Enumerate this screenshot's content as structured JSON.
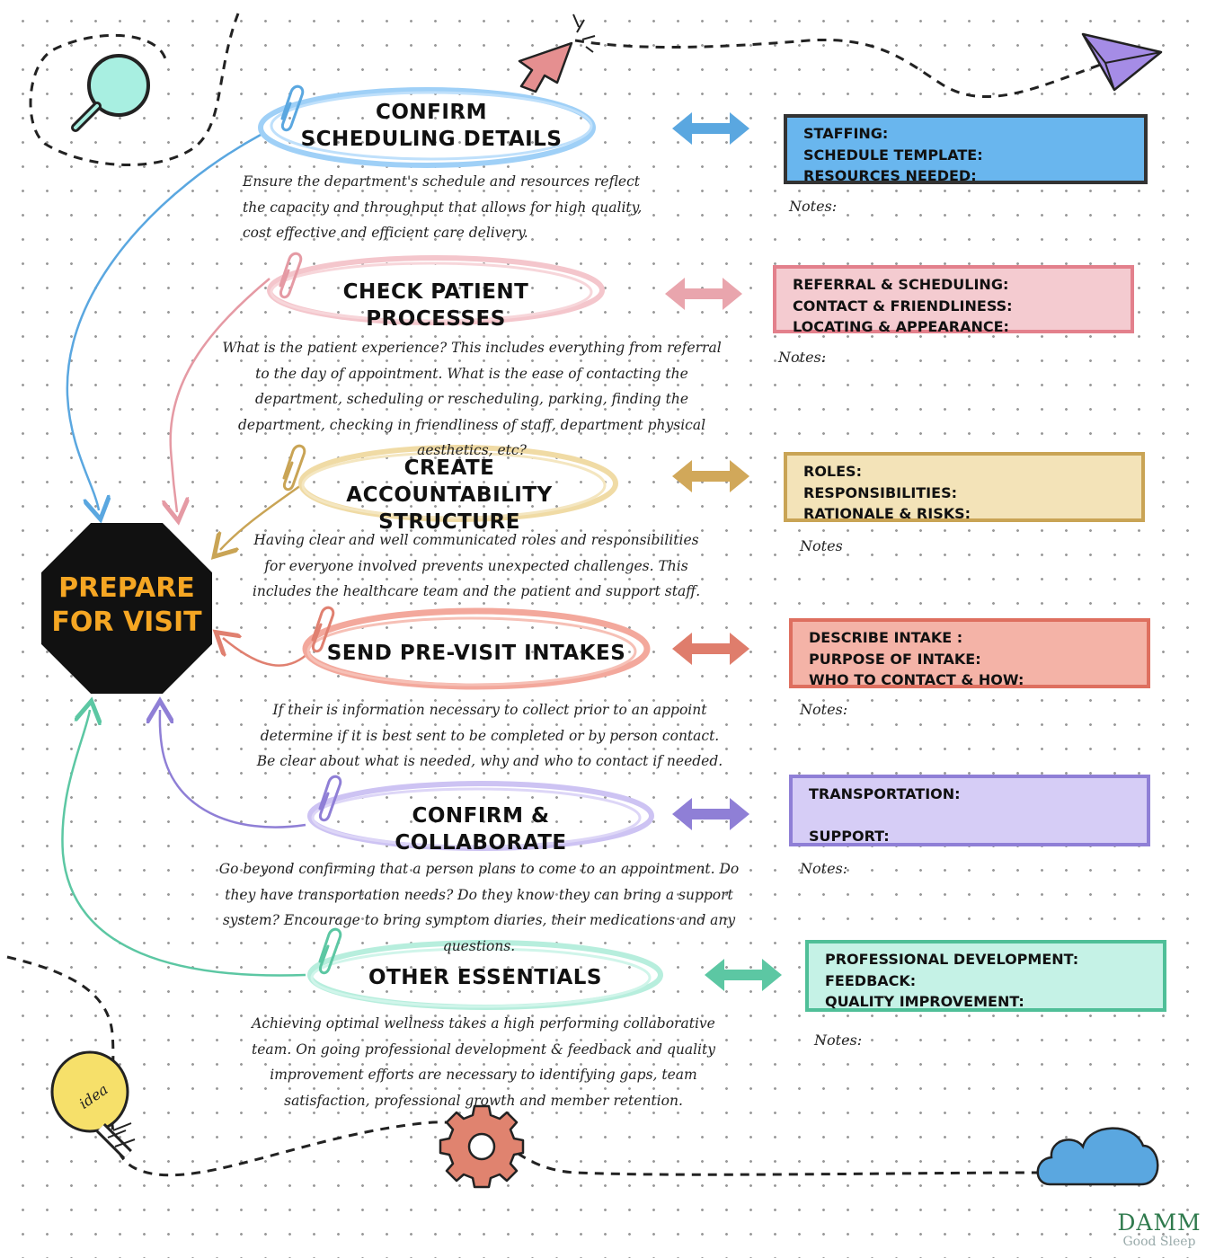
{
  "center": {
    "label": "PREPARE FOR VISIT"
  },
  "sections": [
    {
      "title": "CONFIRM SCHEDULING DETAILS",
      "description": "Ensure the department's schedule and resources reflect the capacity and throughput that allows for high quality, cost effective and efficient care delivery.",
      "fields": [
        "STAFFING:",
        "SCHEDULE TEMPLATE:",
        "RESOURCES NEEDED:"
      ],
      "notes": "Notes:",
      "color": "#69b6ee"
    },
    {
      "title": "CHECK PATIENT PROCESSES",
      "description": "What is the patient experience? This includes everything from referral to the day of appointment. What is the ease of contacting the department, scheduling or rescheduling, parking, finding the department, checking in friendliness of staff, department physical aesthetics, etc?",
      "fields": [
        "REFERRAL & SCHEDULING:",
        "CONTACT & FRIENDLINESS:",
        "LOCATING & APPEARANCE:"
      ],
      "notes": "Notes:",
      "color": "#f4cbd0"
    },
    {
      "title": "CREATE ACCOUNTABILITY STRUCTURE",
      "description": "Having clear and well communicated roles and responsibilities for everyone involved prevents unexpected challenges. This includes the healthcare team and the patient and support staff.",
      "fields": [
        "ROLES:",
        "RESPONSIBILITIES:",
        "RATIONALE & RISKS:"
      ],
      "notes": "Notes",
      "color": "#f3e3b8"
    },
    {
      "title": "SEND PRE-VISIT INTAKES",
      "description": "If their is information necessary to collect prior to an appoint determine if it is best sent to be completed or by person contact. Be clear about what is needed, why and who to contact if needed.",
      "fields": [
        "DESCRIBE INTAKE :",
        "PURPOSE OF INTAKE:",
        "WHO TO CONTACT & HOW:"
      ],
      "notes": "Notes:",
      "color": "#f4b3a7"
    },
    {
      "title": "CONFIRM & COLLABORATE",
      "description": "Go beyond confirming that a person plans to come to an appointment. Do they have transportation needs? Do they know they can bring a support system? Encourage to bring symptom diaries, their medications and any questions.",
      "fields": [
        "TRANSPORTATION:",
        "",
        "SUPPORT:"
      ],
      "notes": "Notes:",
      "color": "#d6cdf6"
    },
    {
      "title": "OTHER ESSENTIALS",
      "description": "Achieving optimal wellness takes a high performing collaborative team. On going professional development & feedback and quality improvement efforts are necessary to identifying gaps, team satisfaction, professional growth and member retention.",
      "fields": [
        "PROFESSIONAL DEVELOPMENT:",
        "FEEDBACK:",
        "QUALITY IMPROVEMENT:"
      ],
      "notes": "Notes:",
      "color": "#c5f2e6"
    }
  ],
  "bulb_text": "idea",
  "logo": {
    "line1": "DAMM",
    "line2": "Good Sleep"
  },
  "icons": [
    "magnifier-icon",
    "cursor-icon",
    "paper-plane-icon",
    "lightbulb-icon",
    "gear-icon",
    "cloud-icon",
    "paperclip-icon",
    "double-arrow-icon"
  ]
}
